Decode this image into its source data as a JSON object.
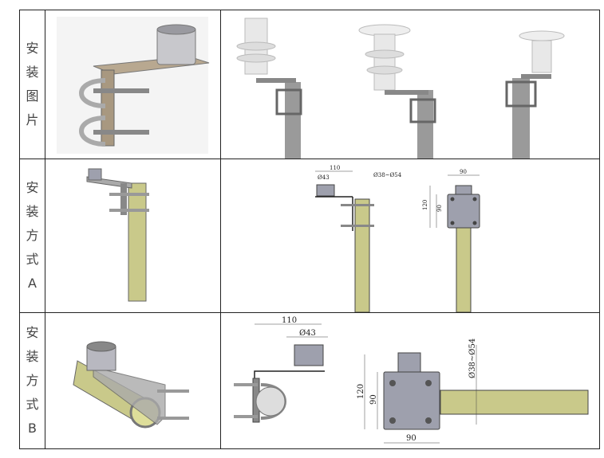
{
  "rows": [
    {
      "label_chars": [
        "安",
        "装",
        "图",
        "片"
      ]
    },
    {
      "label_chars": [
        "安",
        "装",
        "方",
        "式",
        "A"
      ],
      "dims": {
        "arm_length": "110",
        "cup_dia": "Ø43",
        "pole_dia": "Ø38~Ø54",
        "plate_width": "90",
        "plate_height": "120",
        "hole_spacing": "90"
      }
    },
    {
      "label_chars": [
        "安",
        "装",
        "方",
        "式",
        "B"
      ],
      "dims": {
        "arm_length": "110",
        "cup_dia": "Ø43",
        "pole_dia": "Ø38~Ø54",
        "plate_height": "120",
        "hole_spacing": "90",
        "plate_width": "90"
      }
    }
  ],
  "colors": {
    "pole": "#c9c98a",
    "metal": "#9ea0ad",
    "sensor": "#e8e8e8",
    "border": "#222222"
  }
}
